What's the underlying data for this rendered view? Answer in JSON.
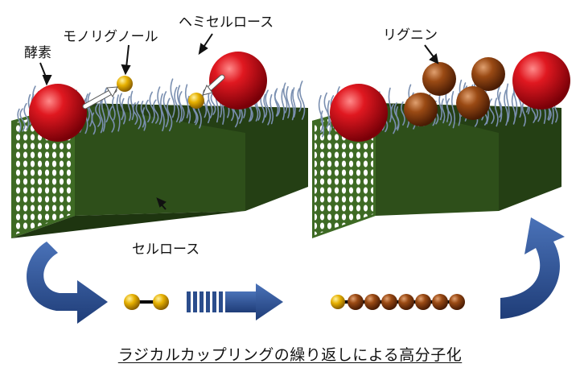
{
  "labels": {
    "enzyme": "酵素",
    "monolignol": "モノリグノール",
    "hemicellulose": "ヘミセルロース",
    "lignin": "リグニン",
    "cellulose": "セルロース"
  },
  "caption": "ラジカルカップリングの繰り返しによる高分子化",
  "colors": {
    "block_front": "#2f4f1a",
    "block_top": "#5d9a2c",
    "enzyme": "#d0101a",
    "lignin": "#8a3d10",
    "monolignol": "#e0a800",
    "fibers": "#7a8fb0",
    "arrow": "#2b4d8c"
  }
}
